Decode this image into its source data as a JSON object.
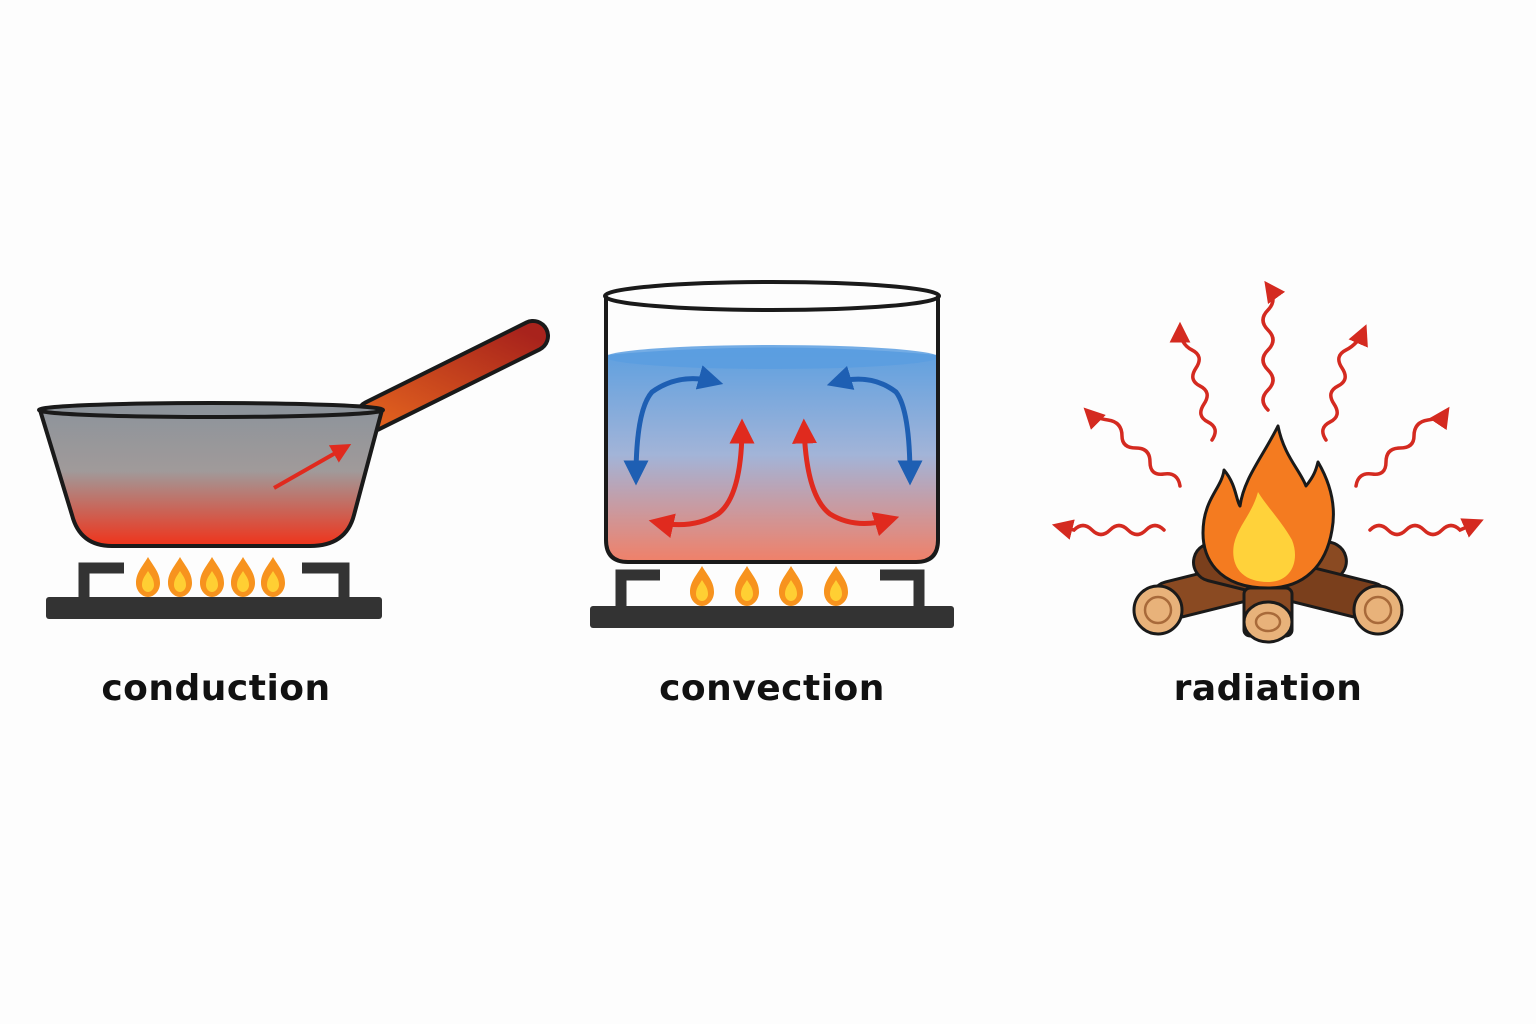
{
  "panels": [
    {
      "label": "conduction"
    },
    {
      "label": "convection"
    },
    {
      "label": "radiation"
    }
  ],
  "colors": {
    "hot": "#e02a1e",
    "cool": "#1e5fb3",
    "flame_outer": "#f7931e",
    "flame_inner": "#ffcf33",
    "stove": "#333333",
    "pan": "#8f959c",
    "handle": "#c4441c",
    "wood": "#8a4a22"
  }
}
